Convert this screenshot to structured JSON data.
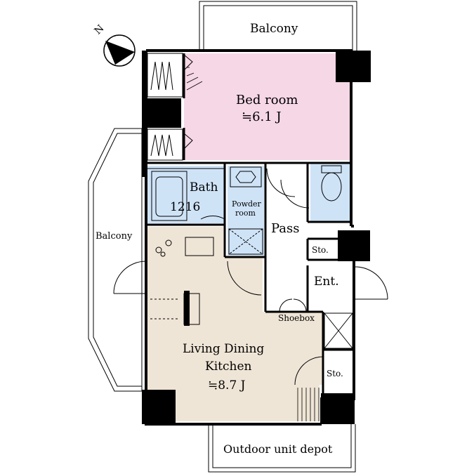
{
  "labels": {
    "compass": "N",
    "balcony_top": "Balcony",
    "balcony_left": "Balcony",
    "bedroom_name": "Bed room",
    "bedroom_size": "≒6.1 J",
    "bath_name": "Bath",
    "bath_size": "1216",
    "powder_line1": "Powder",
    "powder_line2": "room",
    "pass": "Pass",
    "storage_upper": "Sto.",
    "entrance": "Ent.",
    "shoebox": "Shoebox",
    "ldk_line1": "Living Dining",
    "ldk_line2": "Kitchen",
    "ldk_size": "≒8.7 J",
    "storage_lower": "Sto.",
    "outdoor_unit": "Outdoor unit depot"
  },
  "colors": {
    "bedroom_fill": "#f6d7e6",
    "wet_area_fill": "#cfe3f7",
    "ldk_fill": "#efe5d6",
    "wall": "#000000",
    "line": "#000000",
    "background": "#ffffff"
  }
}
